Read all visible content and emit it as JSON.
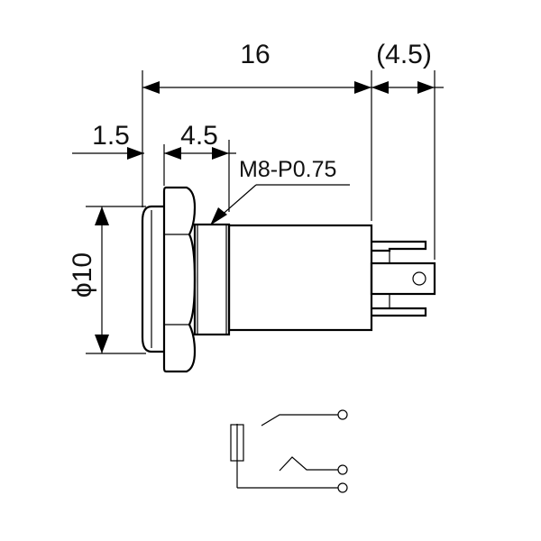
{
  "dimensions": {
    "overall_length": "16",
    "terminal_length": "(4.5)",
    "flange_thickness": "1.5",
    "nut_width": "4.5",
    "diameter": "ϕ10"
  },
  "callouts": {
    "thread_spec": "M8-P0.75"
  }
}
